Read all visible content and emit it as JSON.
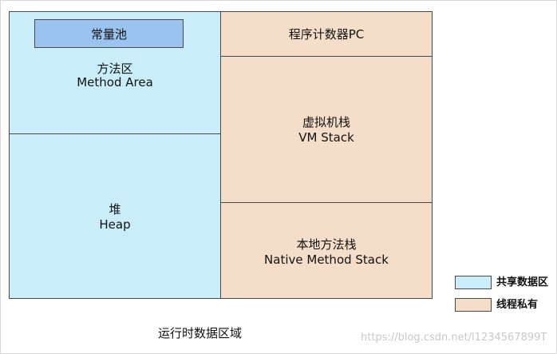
{
  "regions": {
    "const_pool": "常量池",
    "method_area": {
      "cn": "方法区",
      "en": "Method Area"
    },
    "heap": {
      "cn": "堆",
      "en": "Heap"
    },
    "pc": "程序计数器PC",
    "vm_stack": {
      "cn": "虚拟机栈",
      "en": "VM Stack"
    },
    "native_stack": {
      "cn": "本地方法栈",
      "en": "Native Method Stack"
    }
  },
  "legend": {
    "shared": {
      "label": "共享数据区",
      "color": "#c9eefa"
    },
    "private": {
      "label": "线程私有",
      "color": "#f5dec9"
    }
  },
  "caption": "运行时数据区域",
  "watermark": "https://blog.csdn.net/l1234567899T"
}
